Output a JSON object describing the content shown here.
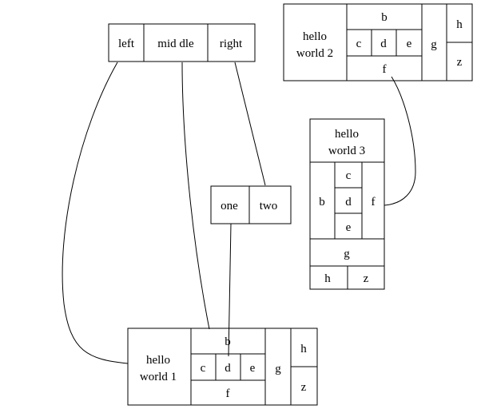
{
  "diagram": {
    "top_record": {
      "fields": [
        "left",
        "mid dle",
        "right"
      ]
    },
    "mid_record": {
      "fields": [
        "one",
        "two"
      ]
    },
    "record_1": {
      "title_lines": [
        "hello",
        "world 1"
      ],
      "b": "b",
      "c": "c",
      "d": "d",
      "e": "e",
      "f": "f",
      "g": "g",
      "h": "h",
      "z": "z"
    },
    "record_2": {
      "title_lines": [
        "hello",
        "world 2"
      ],
      "b": "b",
      "c": "c",
      "d": "d",
      "e": "e",
      "f": "f",
      "g": "g",
      "h": "h",
      "z": "z"
    },
    "record_3": {
      "title_lines": [
        "hello",
        "world 3"
      ],
      "b": "b",
      "c": "c",
      "d": "d",
      "e": "e",
      "f": "f",
      "g": "g",
      "h": "h",
      "z": "z"
    }
  }
}
